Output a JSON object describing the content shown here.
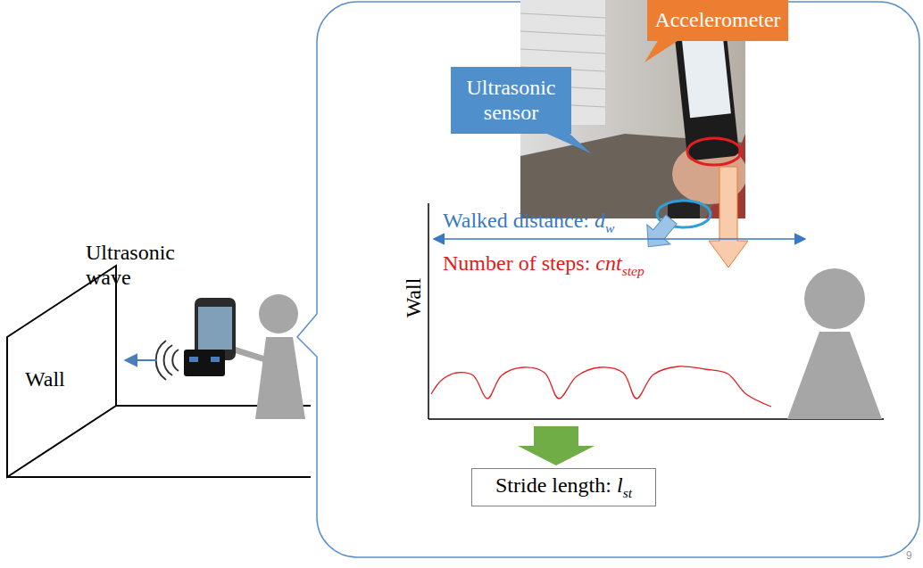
{
  "diagram": {
    "nodes": [
      {
        "text": [
          "Wall"
        ]
      },
      {
        "text": [
          "Ultrasonic sensor"
        ]
      },
      {
        "text": [
          "Accelerometer"
        ]
      },
      {
        "text": [
          "Stride length: lst"
        ]
      }
    ],
    "labels": [
      "Ultrasonic wave",
      "Walked distance: dw",
      "Number of steps: cntstep",
      "Wall",
      "9"
    ]
  }
}
